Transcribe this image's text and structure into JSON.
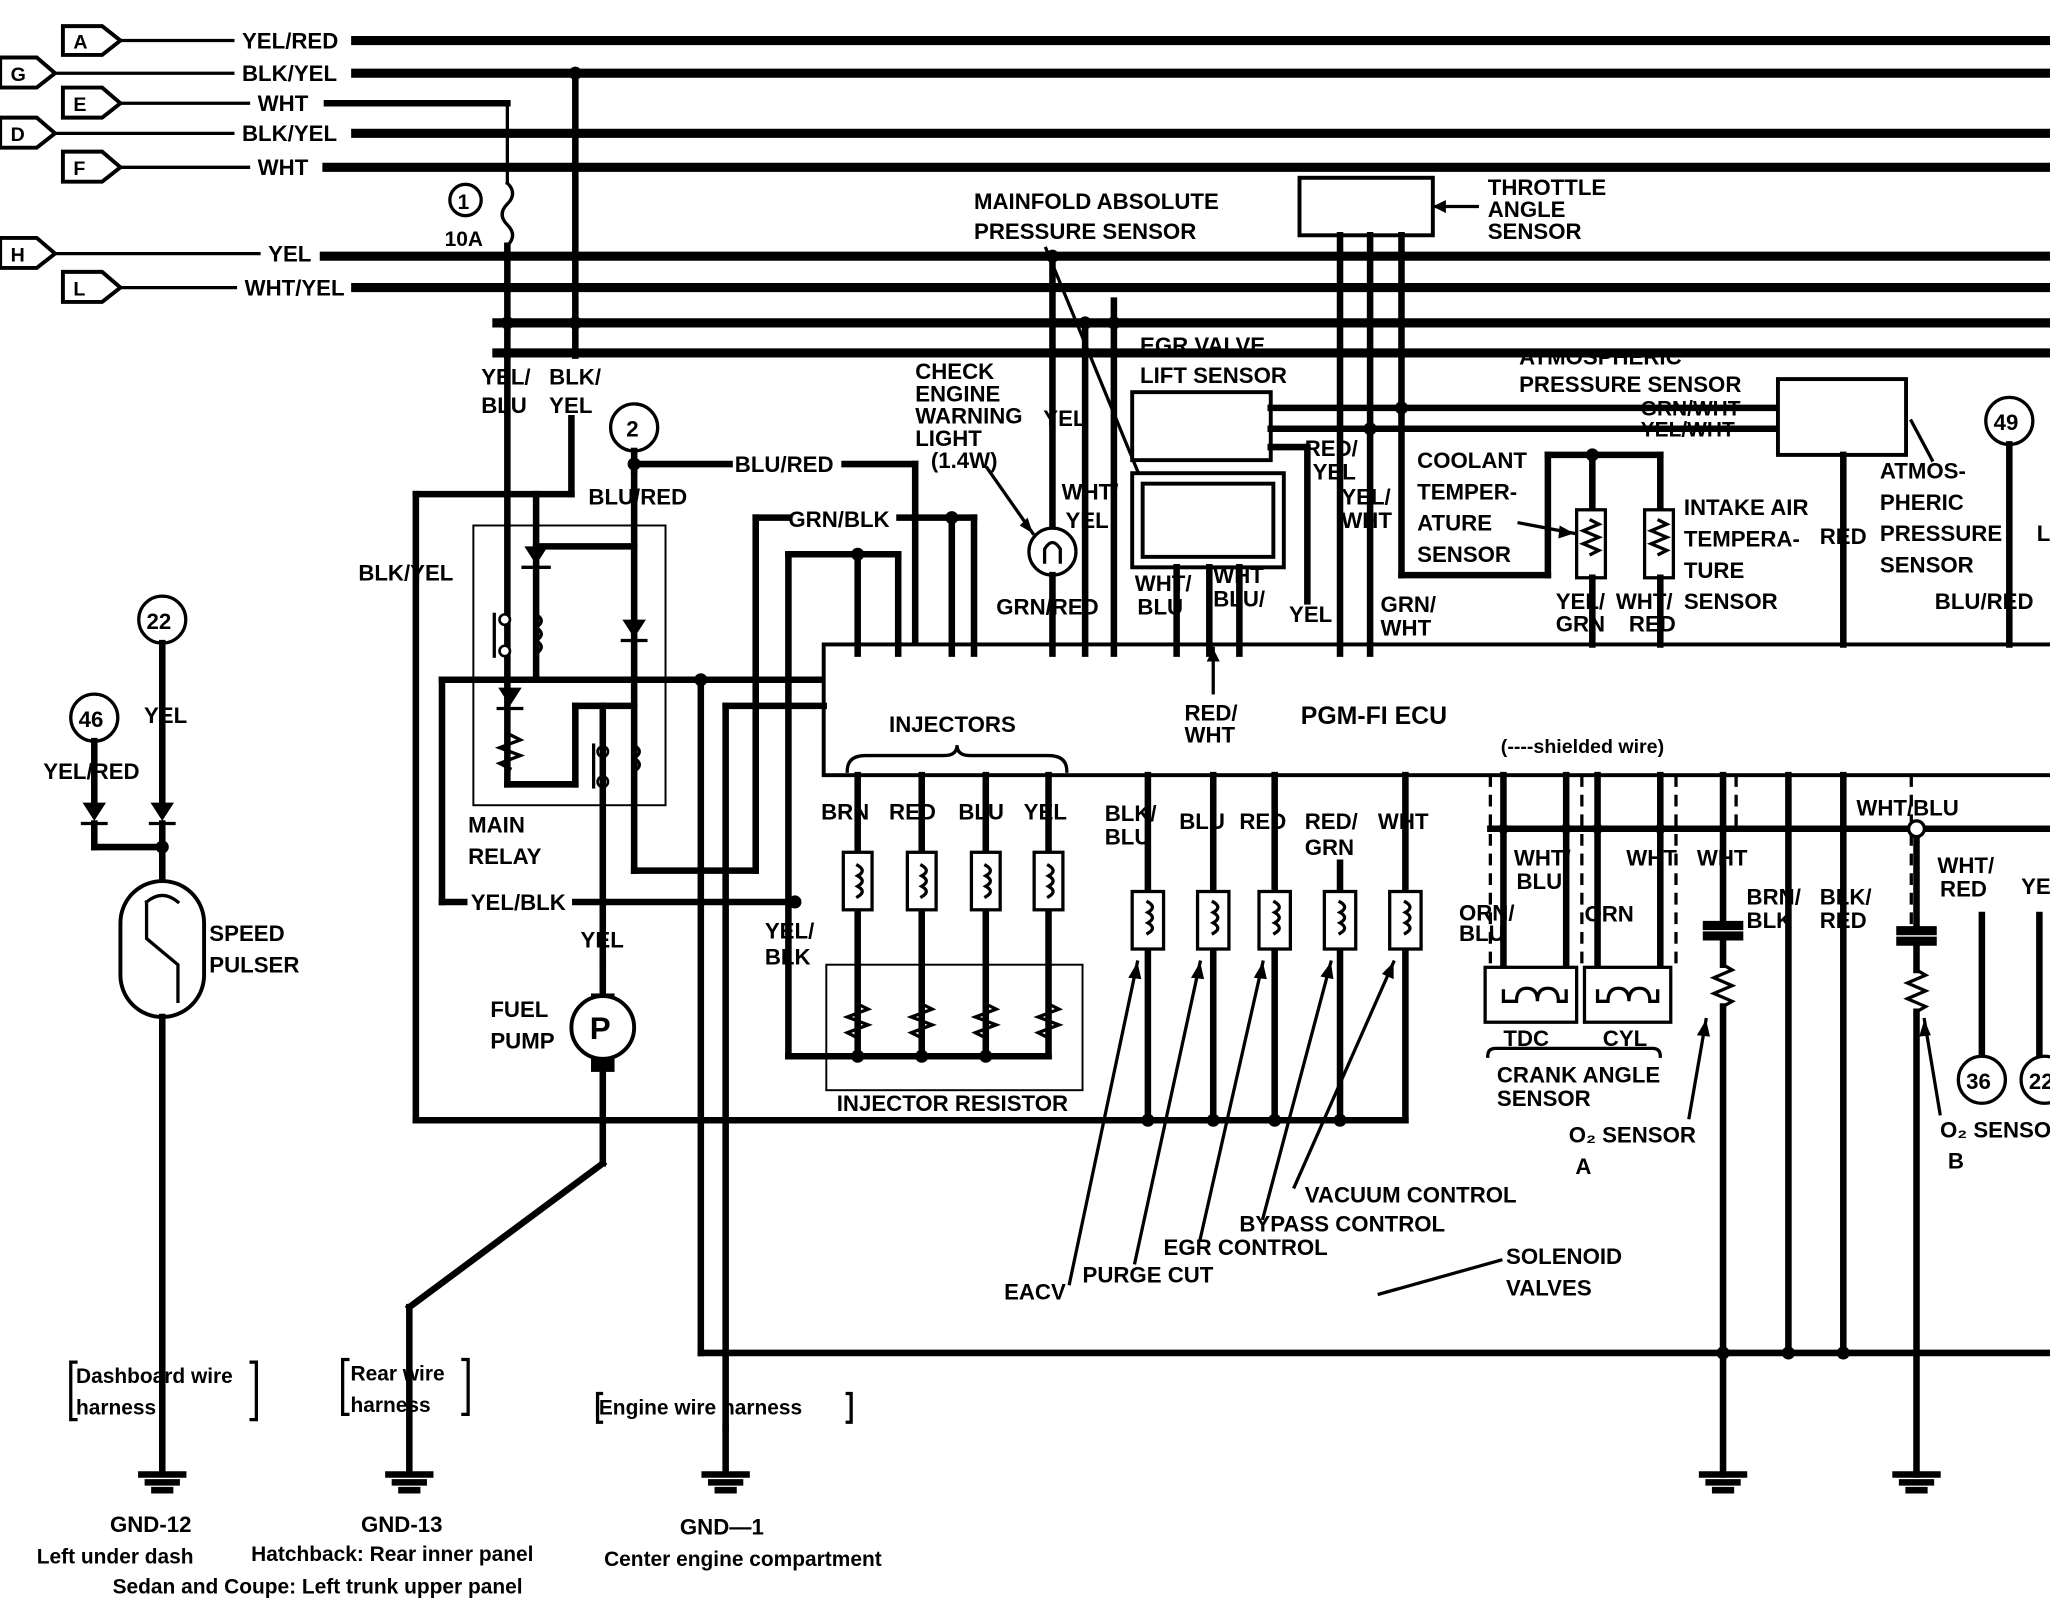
{
  "connectors": [
    {
      "letter": "A",
      "wire": "YEL/RED"
    },
    {
      "letter": "G",
      "wire": "BLK/YEL"
    },
    {
      "letter": "E",
      "wire": "WHT"
    },
    {
      "letter": "D",
      "wire": "BLK/YEL"
    },
    {
      "letter": "F",
      "wire": "WHT"
    },
    {
      "letter": "H",
      "wire": "YEL"
    },
    {
      "letter": "L",
      "wire": "WHT/YEL"
    }
  ],
  "fuse": {
    "number": "1",
    "rating": "10A"
  },
  "circled_numbers": {
    "n2": "2",
    "n22": "22",
    "n46": "46",
    "n49": "49",
    "n36": "36",
    "n22b": "22"
  },
  "components": {
    "map_sensor": [
      "MAINFOLD  ABSOLUTE",
      "PRESSURE  SENSOR"
    ],
    "throttle": [
      "THROTTLE",
      "ANGLE",
      "SENSOR"
    ],
    "egr_lift": [
      "EGR VALVE",
      "LIFT SENSOR"
    ],
    "atm_sensor_top": [
      "ATMOSPHERIC",
      "PRESSURE  SENSOR"
    ],
    "atm_sensor_side": [
      "ATMOS-",
      "PHERIC",
      "PRESSURE",
      "SENSOR"
    ],
    "check_engine": [
      "CHECK",
      "ENGINE",
      "WARNING",
      "LIGHT",
      "(1.4W)"
    ],
    "coolant": [
      "COOLANT",
      "TEMPER-",
      "ATURE",
      "SENSOR"
    ],
    "intake_air": [
      "INTAKE AIR",
      "TEMPERA-",
      "TURE",
      "SENSOR"
    ],
    "ecu": "PGM-FI  ECU",
    "injectors": "INJECTORS",
    "shielded": "(----shielded wire)",
    "main_relay": [
      "MAIN",
      "RELAY"
    ],
    "fuel_pump": [
      "FUEL",
      "PUMP"
    ],
    "pump_symbol": "P",
    "speed_pulser": [
      "SPEED",
      "PULSER"
    ],
    "injector_resistor": "INJECTOR RESISTOR",
    "tdc": "TDC",
    "cyl": "CYL",
    "crank_angle": [
      "CRANK ANGLE",
      "SENSOR"
    ],
    "o2a": [
      "O₂ SENSOR",
      "A"
    ],
    "o2b": [
      "O₂ SENSO",
      "B"
    ],
    "vacuum_control": "VACUUM CONTROL",
    "bypass_control": "BYPASS CONTROL",
    "egr_control": "EGR CONTROL",
    "purge_cut": "PURGE CUT",
    "eacv": "EACV",
    "solenoid": [
      "SOLENOID",
      "VALVES"
    ],
    "partial_L": "L"
  },
  "wire_labels": {
    "yel_blu": [
      "YEL/",
      "BLU"
    ],
    "blk_yel2": [
      "BLK/",
      "YEL"
    ],
    "blu_red1": "BLU/RED",
    "blu_red2": "BLU/RED",
    "blk_yel_left": "BLK/YEL",
    "grn_blk": "GRN/BLK",
    "yel_check": "YEL",
    "wht_yel": [
      "WHT/",
      "YEL"
    ],
    "grn_red": "GRN/RED",
    "wht_blu1": [
      "WHT/",
      "BLU"
    ],
    "wht_blu2": [
      "WHT",
      "BLU/"
    ],
    "yel_ecu": "YEL",
    "red_yel": [
      "RED/",
      "YEL"
    ],
    "yel_wht_v": [
      "YEL/",
      "WHT"
    ],
    "grn_wht_v": [
      "GRN/",
      "WHT"
    ],
    "grn_wht_h": "GRN/WHT",
    "yel_wht_h": "YEL/WHT",
    "yel_grn": [
      "YEL/",
      "GRN"
    ],
    "wht_red_s": [
      "WHT/",
      "RED"
    ],
    "red_iat": "RED",
    "blu_red_r": "BLU/RED",
    "red_wht": [
      "RED/",
      "WHT"
    ],
    "inj": [
      "BRN",
      "RED",
      "BLU",
      "YEL"
    ],
    "sol": [
      [
        "BLK/",
        "BLU"
      ],
      [
        "BLU"
      ],
      [
        "RED"
      ],
      [
        "RED/",
        "GRN"
      ],
      [
        "WHT"
      ]
    ],
    "crank": {
      "wht_blu": [
        "WHT/",
        "BLU"
      ],
      "wht1": "WHT",
      "wht2": "WHT",
      "orn_blu": [
        "ORN/",
        "BLU"
      ],
      "orn": "ORN",
      "brn_blk": [
        "BRN/",
        "BLK"
      ],
      "blk_red": [
        "BLK/",
        "RED"
      ],
      "wht_blu_r": "WHT/BLU",
      "wht_red_r": [
        "WHT/",
        "RED"
      ],
      "ye": "YE"
    },
    "yel_blk": "YEL/BLK",
    "yel_pump": "YEL",
    "yel_blk2": [
      "YEL/",
      "BLK"
    ],
    "yel_22": "YEL",
    "yel_red_46": "YEL/RED"
  },
  "harness": {
    "dash": [
      "Dashboard wire",
      "harness"
    ],
    "rear": [
      "Rear wire",
      "harness"
    ],
    "engine": "Engine wire harness"
  },
  "grounds": [
    {
      "id": "GND-12",
      "desc": [
        "Left under dash"
      ]
    },
    {
      "id": "GND-13",
      "desc": [
        "Hatchback: Rear inner panel",
        "Sedan and Coupe: Left trunk upper panel"
      ]
    },
    {
      "id": "GND—1",
      "desc": [
        "Center engine compartment"
      ]
    }
  ]
}
